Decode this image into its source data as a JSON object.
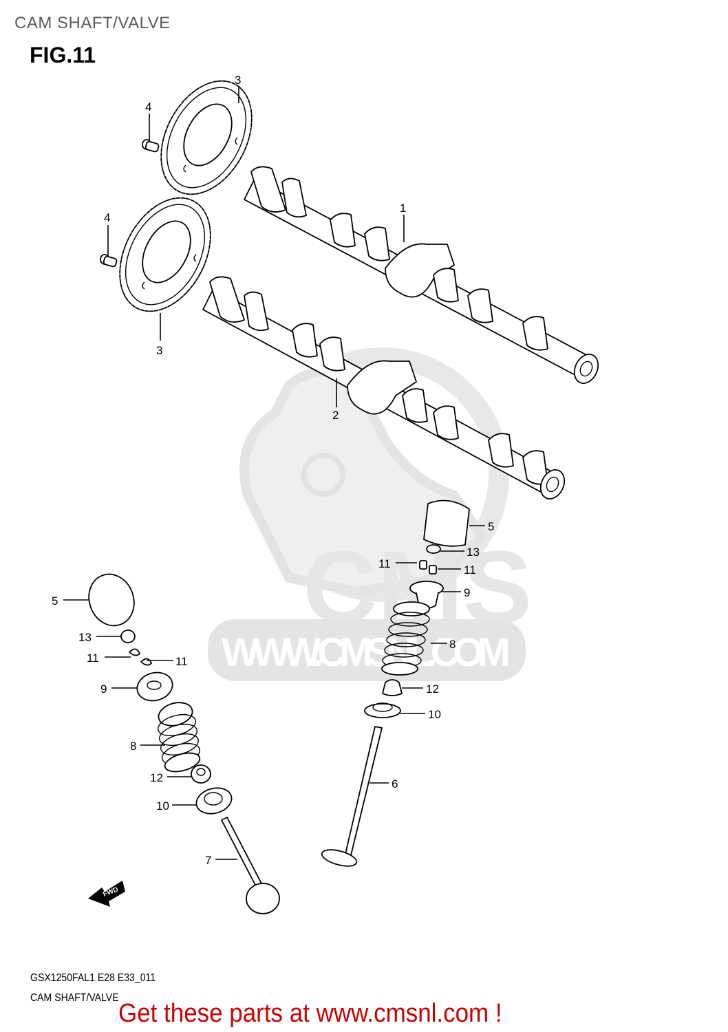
{
  "header": {
    "section_title": "CAM SHAFT/VALVE",
    "figure_label": "FIG.11"
  },
  "watermark": {
    "logo_text": "CMS",
    "url_text": "WWW.CMSNL.COM"
  },
  "fwd_indicator": {
    "label": "FWD",
    "icon": "fwd-arrow-icon"
  },
  "callouts": [
    {
      "number": "3",
      "part": "gear-upper"
    },
    {
      "number": "4",
      "part": "bolt-upper"
    },
    {
      "number": "4",
      "part": "bolt-lower"
    },
    {
      "number": "1",
      "part": "camshaft-upper"
    },
    {
      "number": "3",
      "part": "gear-lower"
    },
    {
      "number": "2",
      "part": "camshaft-lower"
    },
    {
      "number": "5",
      "part": "tappet-right"
    },
    {
      "number": "13",
      "part": "shim-right"
    },
    {
      "number": "11",
      "part": "cotter-right-left"
    },
    {
      "number": "11",
      "part": "cotter-right-right"
    },
    {
      "number": "9",
      "part": "retainer-right"
    },
    {
      "number": "8",
      "part": "spring-right"
    },
    {
      "number": "12",
      "part": "stem-seal-right"
    },
    {
      "number": "10",
      "part": "spring-seat-right"
    },
    {
      "number": "6",
      "part": "valve-intake"
    },
    {
      "number": "5",
      "part": "tappet-left"
    },
    {
      "number": "13",
      "part": "shim-left"
    },
    {
      "number": "11",
      "part": "cotter-left-left"
    },
    {
      "number": "11",
      "part": "cotter-left-right"
    },
    {
      "number": "9",
      "part": "retainer-left"
    },
    {
      "number": "8",
      "part": "spring-left"
    },
    {
      "number": "12",
      "part": "stem-seal-left"
    },
    {
      "number": "10",
      "part": "spring-seat-left"
    },
    {
      "number": "7",
      "part": "valve-exhaust"
    }
  ],
  "footer": {
    "model_code": "GSX1250FAL1 E28 E33_011",
    "section_title": "CAM SHAFT/VALVE",
    "cta_text": "Get these parts at www.cmsnl.com !"
  },
  "colors": {
    "cta": "#cc0000",
    "header_text": "#5a5a5a",
    "watermark": "#e6e6e6"
  }
}
